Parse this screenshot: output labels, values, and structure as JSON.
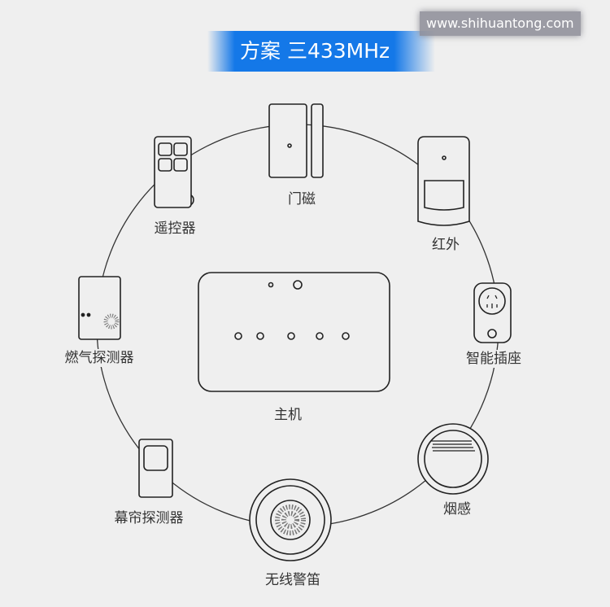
{
  "header": {
    "title": "方案 三433MHz",
    "watermark": "www.shihuantong.com"
  },
  "hub": {
    "label": "主机"
  },
  "devices": [
    {
      "label": "门磁",
      "icon": "door-sensor-icon"
    },
    {
      "label": "红外",
      "icon": "pir-sensor-icon"
    },
    {
      "label": "智能插座",
      "icon": "smart-plug-icon"
    },
    {
      "label": "烟感",
      "icon": "smoke-detector-icon"
    },
    {
      "label": "无线警笛",
      "icon": "siren-icon"
    },
    {
      "label": "幕帘探测器",
      "icon": "curtain-detector-icon"
    },
    {
      "label": "燃气探测器",
      "icon": "gas-detector-icon"
    },
    {
      "label": "遥控器",
      "icon": "remote-control-icon"
    }
  ]
}
